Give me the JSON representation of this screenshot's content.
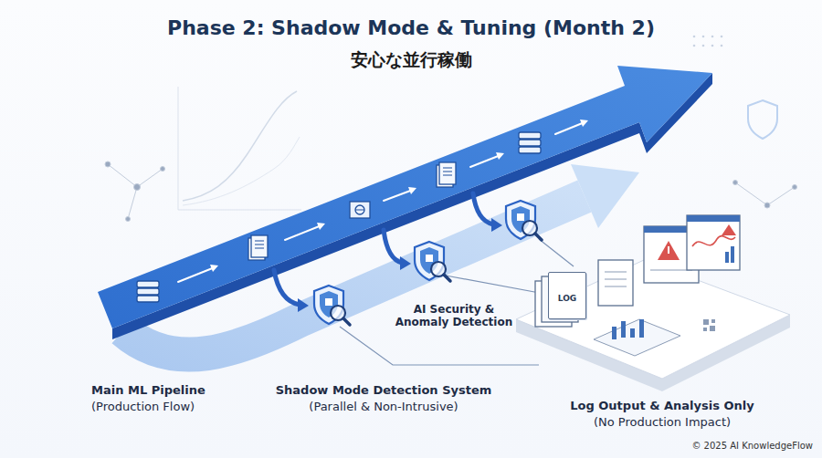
{
  "diagram": {
    "title": "Phase 2: Shadow Mode & Tuning (Month 2)",
    "nodes": [
      {
        "text": [
          "LOG"
        ]
      }
    ],
    "labels": [
      "安心な並行稼働",
      "AI Security & Anomaly Detection",
      "Main ML Pipeline",
      "(Production Flow)",
      "Shadow Mode Detection System",
      "(Parallel & Non-Intrusive)",
      "Log Output & Analysis Only",
      "(No Production Impact)",
      "© 2025 AI KnowledgeFlow"
    ]
  }
}
